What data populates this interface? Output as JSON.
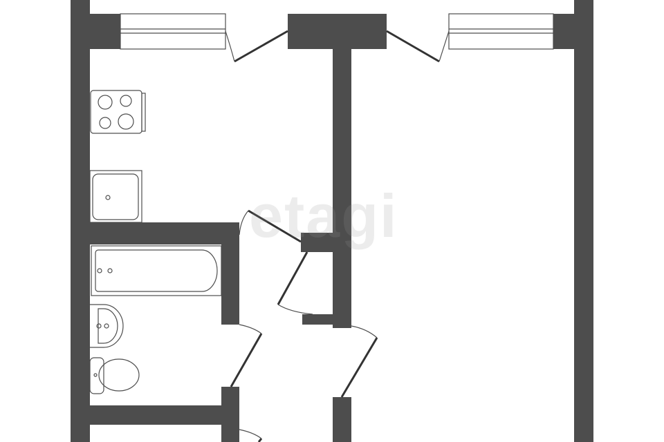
{
  "plan": {
    "type": "apartment floor plan",
    "wall_color": "#4d4d4d",
    "background": "#ffffff",
    "rooms": [
      {
        "name": "kitchen",
        "fixtures": [
          "stove",
          "sink"
        ]
      },
      {
        "name": "living-room",
        "fixtures": []
      },
      {
        "name": "bathroom",
        "fixtures": [
          "bathtub",
          "washbasin",
          "toilet"
        ]
      },
      {
        "name": "hallway",
        "fixtures": []
      }
    ],
    "windows": 2,
    "doors": 5
  },
  "watermark": {
    "text": "etagi"
  }
}
